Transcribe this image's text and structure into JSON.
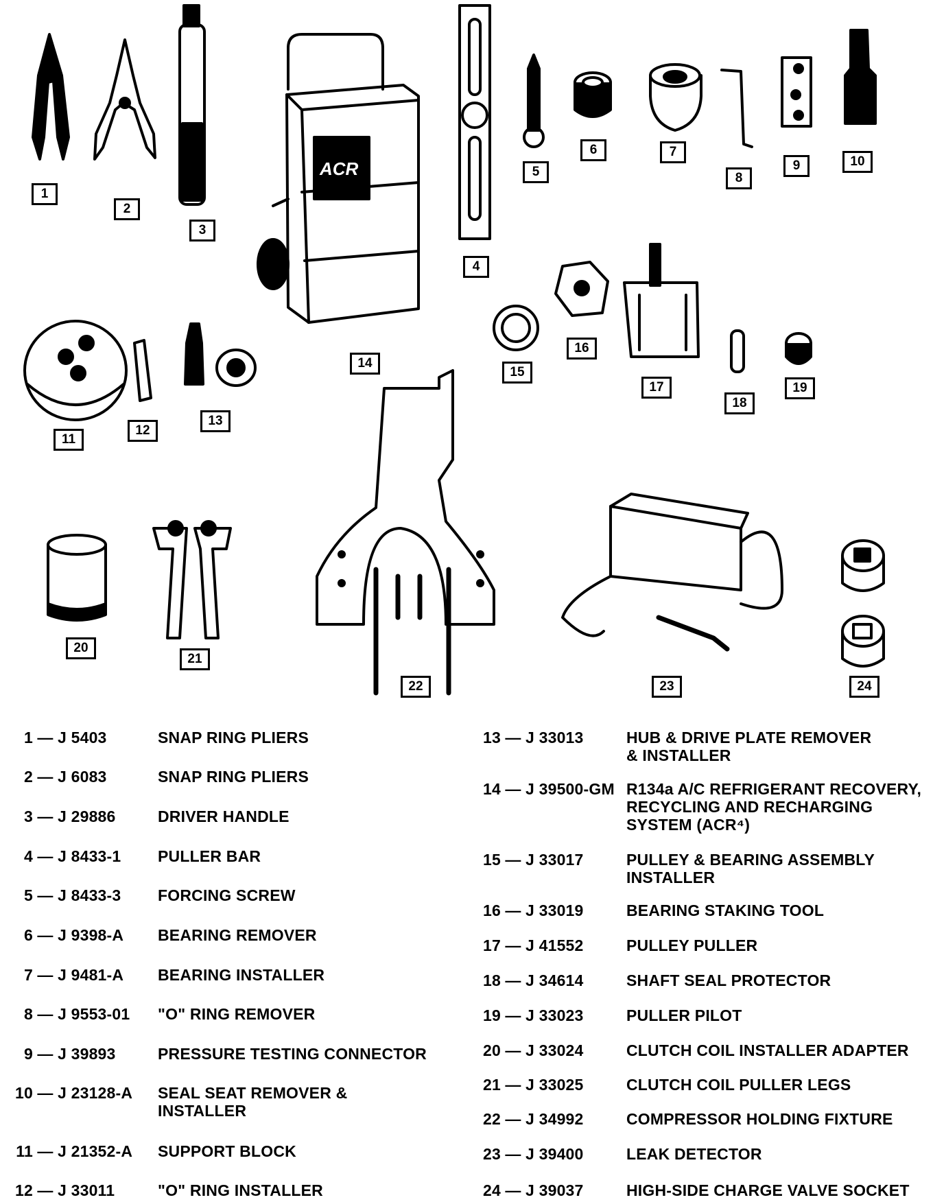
{
  "callouts": [
    "1",
    "2",
    "3",
    "4",
    "5",
    "6",
    "7",
    "8",
    "9",
    "10",
    "11",
    "12",
    "13",
    "14",
    "15",
    "16",
    "17",
    "18",
    "19",
    "20",
    "21",
    "22",
    "23",
    "24"
  ],
  "legend": {
    "left": [
      {
        "num": "1",
        "part": "J 5403",
        "desc": "SNAP RING PLIERS"
      },
      {
        "num": "2",
        "part": "J 6083",
        "desc": "SNAP RING PLIERS"
      },
      {
        "num": "3",
        "part": "J 29886",
        "desc": "DRIVER HANDLE"
      },
      {
        "num": "4",
        "part": "J 8433-1",
        "desc": "PULLER BAR"
      },
      {
        "num": "5",
        "part": "J 8433-3",
        "desc": "FORCING SCREW"
      },
      {
        "num": "6",
        "part": "J 9398-A",
        "desc": "BEARING REMOVER"
      },
      {
        "num": "7",
        "part": "J 9481-A",
        "desc": "BEARING INSTALLER"
      },
      {
        "num": "8",
        "part": "J 9553-01",
        "desc": "\"O\" RING REMOVER"
      },
      {
        "num": "9",
        "part": "J 39893",
        "desc": "PRESSURE TESTING CONNECTOR"
      },
      {
        "num": "10",
        "part": "J 23128-A",
        "desc": "SEAL SEAT REMOVER &\nINSTALLER"
      },
      {
        "num": "11",
        "part": "J 21352-A",
        "desc": "SUPPORT BLOCK"
      },
      {
        "num": "12",
        "part": "J 33011",
        "desc": "\"O\" RING INSTALLER"
      }
    ],
    "right": [
      {
        "num": "13",
        "part": "J 33013",
        "desc": "HUB & DRIVE PLATE REMOVER\n& INSTALLER"
      },
      {
        "num": "14",
        "part": "J 39500-GM",
        "desc": "R134a A/C REFRIGERANT RECOVERY,\nRECYCLING AND RECHARGING\nSYSTEM (ACR⁴)"
      },
      {
        "num": "15",
        "part": "J 33017",
        "desc": "PULLEY & BEARING ASSEMBLY\nINSTALLER"
      },
      {
        "num": "16",
        "part": "J 33019",
        "desc": "BEARING STAKING TOOL"
      },
      {
        "num": "17",
        "part": "J 41552",
        "desc": "PULLEY PULLER"
      },
      {
        "num": "18",
        "part": "J 34614",
        "desc": "SHAFT SEAL PROTECTOR"
      },
      {
        "num": "19",
        "part": "J 33023",
        "desc": "PULLER PILOT"
      },
      {
        "num": "20",
        "part": "J 33024",
        "desc": "CLUTCH COIL INSTALLER ADAPTER"
      },
      {
        "num": "21",
        "part": "J 33025",
        "desc": "CLUTCH COIL PULLER LEGS"
      },
      {
        "num": "22",
        "part": "J 34992",
        "desc": "COMPRESSOR HOLDING FIXTURE"
      },
      {
        "num": "23",
        "part": "J 39400",
        "desc": "LEAK DETECTOR"
      },
      {
        "num": "24",
        "part": "J 39037",
        "desc": "HIGH-SIDE CHARGE VALVE SOCKET"
      }
    ]
  },
  "dash": "—"
}
